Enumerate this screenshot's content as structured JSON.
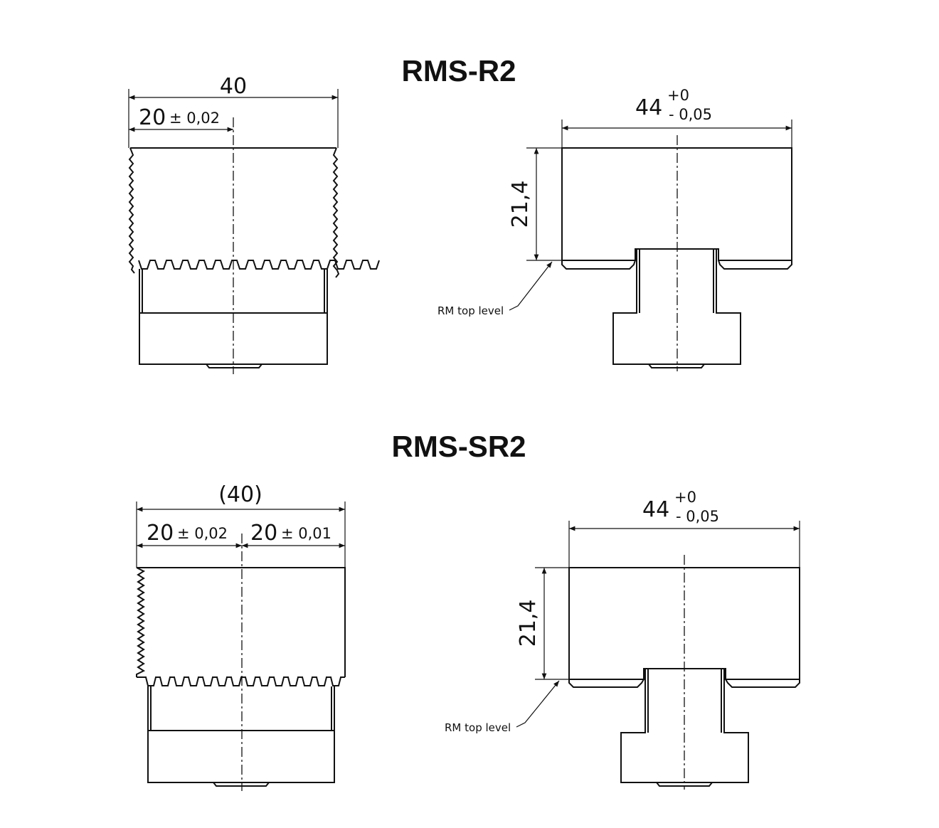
{
  "drawings": [
    {
      "title": "RMS-R2",
      "side_view": {
        "overall_width": "40",
        "half_width": "20",
        "half_tolerance": "± 0,02"
      },
      "front_view": {
        "width": "44",
        "tol_upper": "+0",
        "tol_lower": "- 0,05",
        "height": "21,4",
        "reference_label": "RM top level"
      }
    },
    {
      "title": "RMS-SR2",
      "side_view": {
        "overall_width": "(40)",
        "half_width": "20",
        "half_tolerance": "± 0,02",
        "second_width": "20",
        "second_tolerance": "± 0,01"
      },
      "front_view": {
        "width": "44",
        "tol_upper": "+0",
        "tol_lower": "- 0,05",
        "height": "21,4",
        "reference_label": "RM top level"
      }
    }
  ]
}
